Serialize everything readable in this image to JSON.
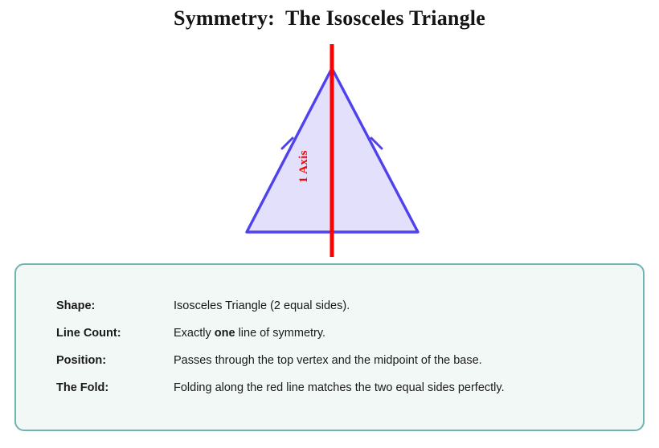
{
  "title": "Symmetry:  The Isosceles Triangle",
  "diagram": {
    "name": "isosceles-triangle-symmetry-diagram",
    "axis_label": "1 Axis",
    "colors": {
      "triangle_stroke": "#4F41EE",
      "triangle_fill": "#E2E0FA",
      "axis_line": "#FF0000",
      "axis_label_text": "#FF0000",
      "box_border": "#6FB3B2",
      "box_background": "#F1F8F6",
      "title_text": "#141414"
    },
    "tick_marks": 2
  },
  "info": {
    "rows": [
      {
        "label": "Shape:",
        "value_pre": "Isosceles Triangle (2 equal sides).",
        "value_bold": "",
        "value_post": ""
      },
      {
        "label": "Line Count:",
        "value_pre": "Exactly ",
        "value_bold": "one",
        "value_post": " line of symmetry."
      },
      {
        "label": "Position:",
        "value_pre": "Passes through the top vertex and the midpoint of the base.",
        "value_bold": "",
        "value_post": ""
      },
      {
        "label": "The Fold:",
        "value_pre": "Folding along the red line matches the two equal sides perfectly.",
        "value_bold": "",
        "value_post": ""
      }
    ]
  }
}
